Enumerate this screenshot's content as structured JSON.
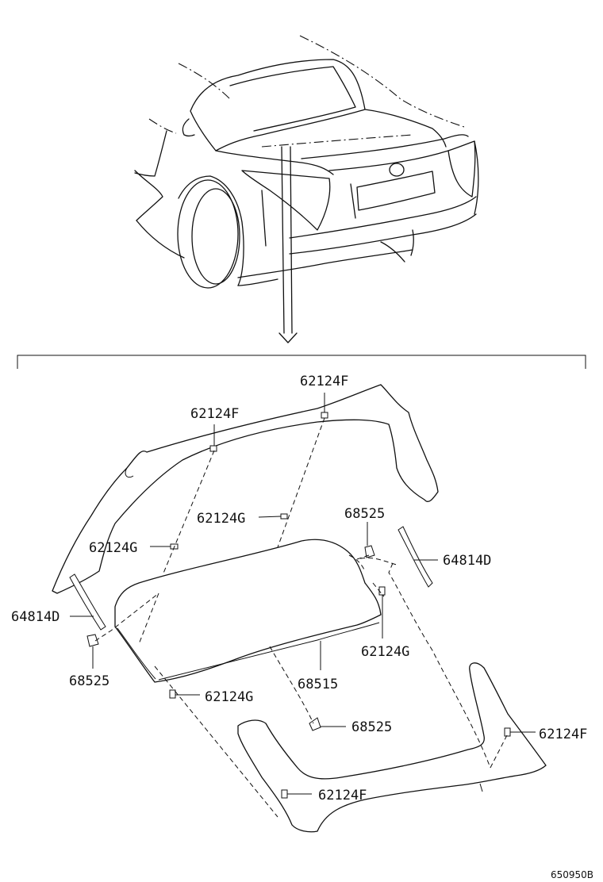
{
  "diagram": {
    "labels": {
      "p62124F_top": "62124F",
      "p62124F_upper": "62124F",
      "p62124G_mid": "62124G",
      "p62124G_left": "62124G",
      "p68525_right": "68525",
      "p64814D_right": "64814D",
      "p64814D_left": "64814D",
      "p68525_left": "68525",
      "p62124G_right": "62124G",
      "p68515": "68515",
      "p62124G_bottom": "62124G",
      "p68525_bottom": "68525",
      "p62124F_right": "62124F",
      "p62124F_bottom": "62124F"
    },
    "drawing_code": "650950B"
  }
}
